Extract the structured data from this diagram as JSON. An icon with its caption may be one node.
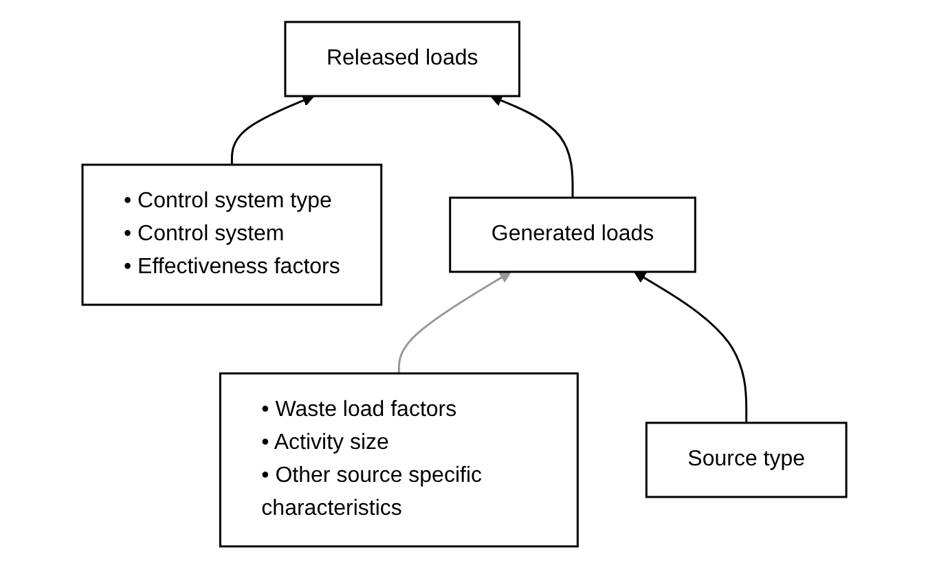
{
  "diagram": {
    "nodes": [
      {
        "text": [
          "Released loads"
        ]
      },
      {
        "text": [
          "• Control system type",
          "• Control system",
          "• Effectiveness factors"
        ]
      },
      {
        "text": [
          "Generated loads"
        ]
      },
      {
        "text": [
          "• Waste load factors",
          "• Activity size",
          "• Other source specific characteristics"
        ]
      },
      {
        "text": [
          "Source type"
        ]
      }
    ],
    "edges": [
      {
        "from": 1,
        "to": 0,
        "arrow": "to"
      },
      {
        "from": 2,
        "to": 0,
        "arrow": "to"
      },
      {
        "from": 3,
        "to": 2,
        "arrow": "to",
        "color": "#999999"
      },
      {
        "from": 4,
        "to": 2,
        "arrow": "to"
      }
    ]
  }
}
